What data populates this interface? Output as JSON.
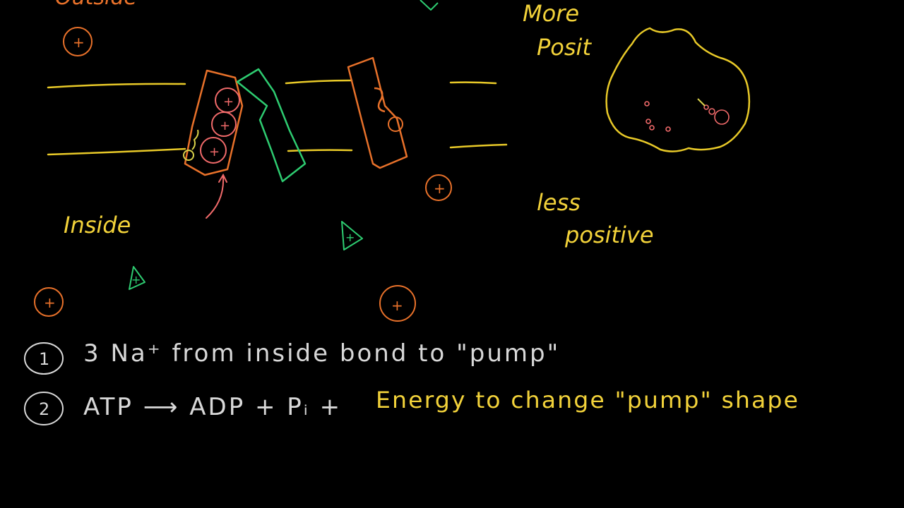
{
  "colors": {
    "background": "#000000",
    "membrane": "#e8c928",
    "pump": "#e8712a",
    "sodium": "#e8712a",
    "sodium_bound": "#f06a6a",
    "potassium": "#2ecc71",
    "atp": "#d9d14a",
    "text_white": "#d8d8d8",
    "text_yellow": "#f2d23a"
  },
  "labels": {
    "top_left_partial": "Outside",
    "more_positive_1": "More",
    "more_positive_2": "Posit",
    "less_positive_1": "less",
    "less_positive_2": "positive",
    "inside": "Inside"
  },
  "ions": {
    "sodium_symbol": "+",
    "potassium_symbol": "+"
  },
  "steps": [
    {
      "number": "1",
      "text": "3 Na⁺ from inside bond to \"pump\"",
      "highlight": ""
    },
    {
      "number": "2",
      "text": "ATP ⟶ ADP + Pᵢ +",
      "highlight": "Energy to change \"pump\" shape"
    }
  ]
}
